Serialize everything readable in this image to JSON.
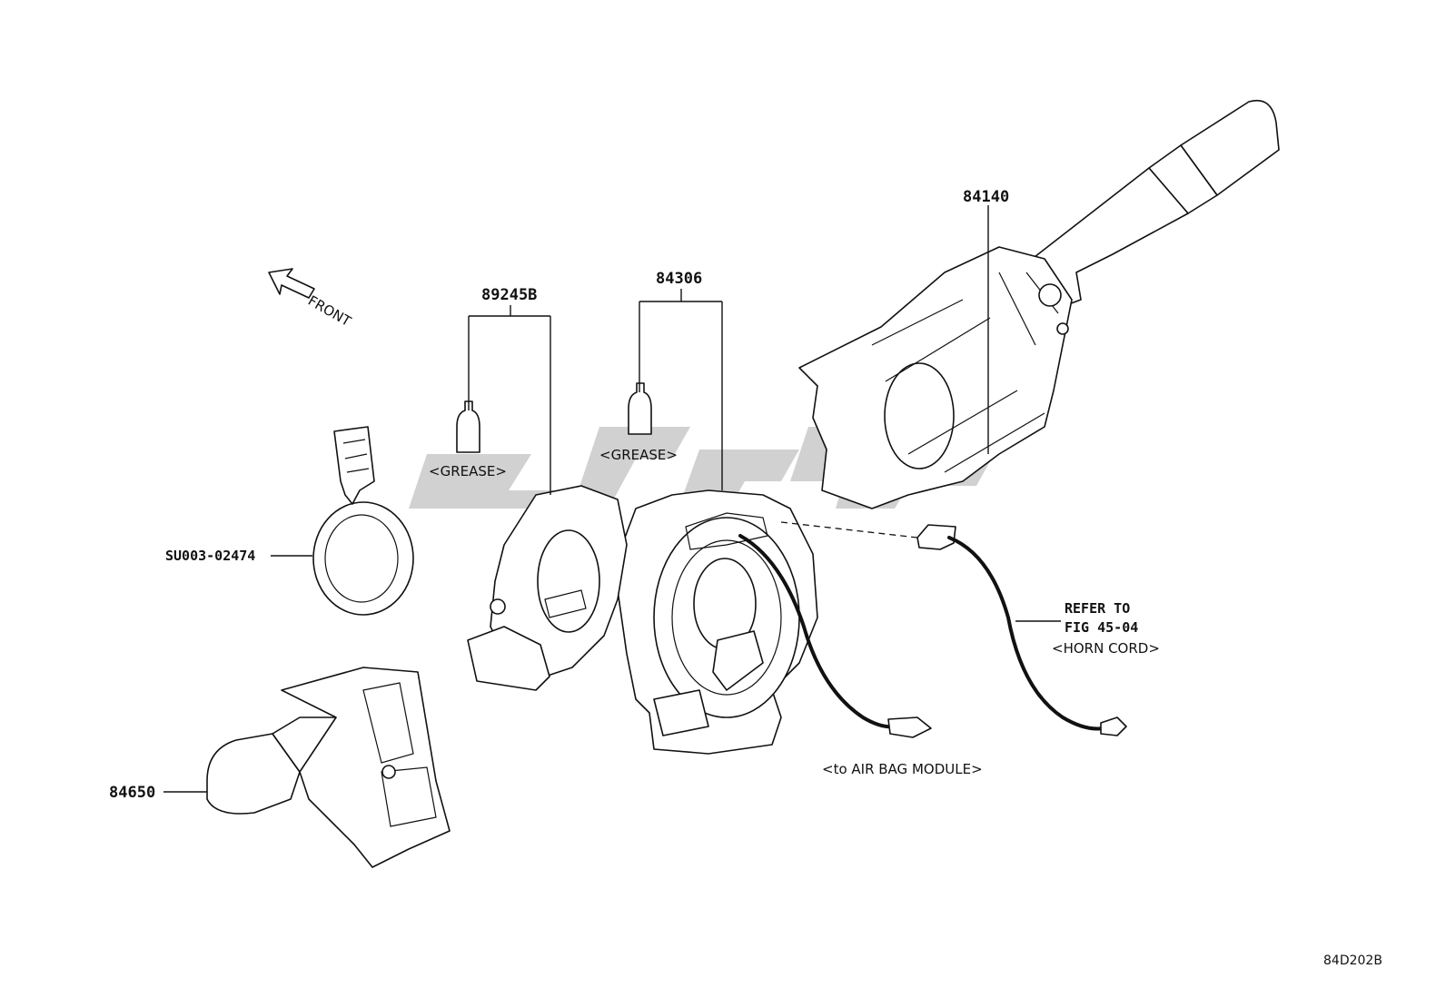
{
  "diagram": {
    "front_indicator": "FRONT",
    "figure_code": "84D202B",
    "watermark_text": "",
    "parts": [
      {
        "id": "p84140",
        "number": "84140"
      },
      {
        "id": "p84306",
        "number": "84306"
      },
      {
        "id": "p89245b",
        "number": "89245B"
      },
      {
        "id": "p84650",
        "number": "84650"
      },
      {
        "id": "pSU003",
        "number": "SU003-02474"
      }
    ],
    "notes": {
      "grease_1": "<GREASE>",
      "grease_2": "<GREASE>",
      "refer_line1": "REFER TO",
      "refer_line2": "FIG 45-04",
      "horn_cord": "<HORN CORD>",
      "airbag": "<to AIR BAG MODULE>"
    }
  }
}
